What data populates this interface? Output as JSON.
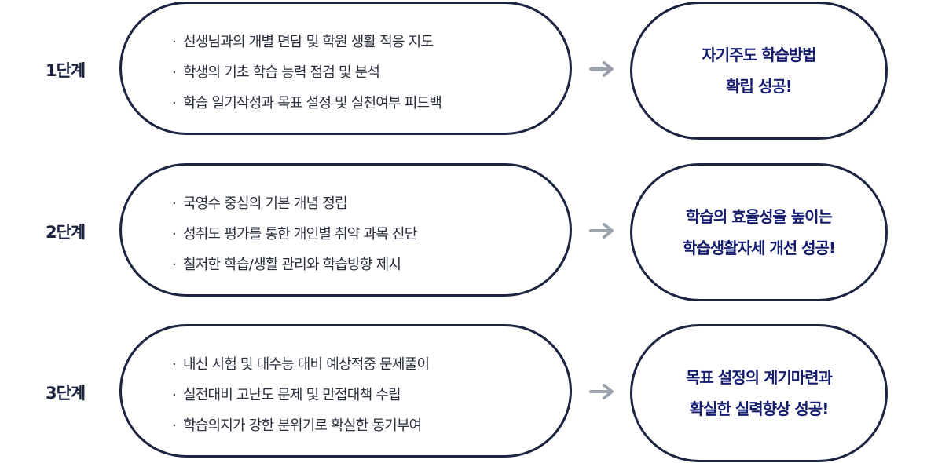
{
  "accent_color": "#141c6e",
  "border_color": "#1b2440",
  "arrow_color": "#9aa3ae",
  "bullet_glyph": "·",
  "steps": [
    {
      "label": "1단계",
      "items": [
        "선생님과의 개별 면담 및 학원 생활 적응 지도",
        "학생의 기초 학습 능력 점검 및 분석",
        "학습 일기작성과 목표 설정 및 실천여부 피드백"
      ],
      "result": [
        "자기주도 학습방법",
        "확립 성공!"
      ]
    },
    {
      "label": "2단계",
      "items": [
        "국영수 중심의 기본 개념 정립",
        "성취도 평가를 통한 개인별 취약 과목 진단",
        "철저한 학습/생활 관리와 학습방향 제시"
      ],
      "result": [
        "학습의 효율성을 높이는",
        "학습생활자세 개선 성공!"
      ]
    },
    {
      "label": "3단계",
      "items": [
        "내신 시험 및 대수능 대비 예상적중 문제풀이",
        "실전대비 고난도 문제 및 만접대책 수립",
        "학습의지가 강한 분위기로 확실한 동기부여"
      ],
      "result": [
        "목표 설정의 계기마련과",
        "확실한 실력향상 성공!"
      ]
    }
  ]
}
